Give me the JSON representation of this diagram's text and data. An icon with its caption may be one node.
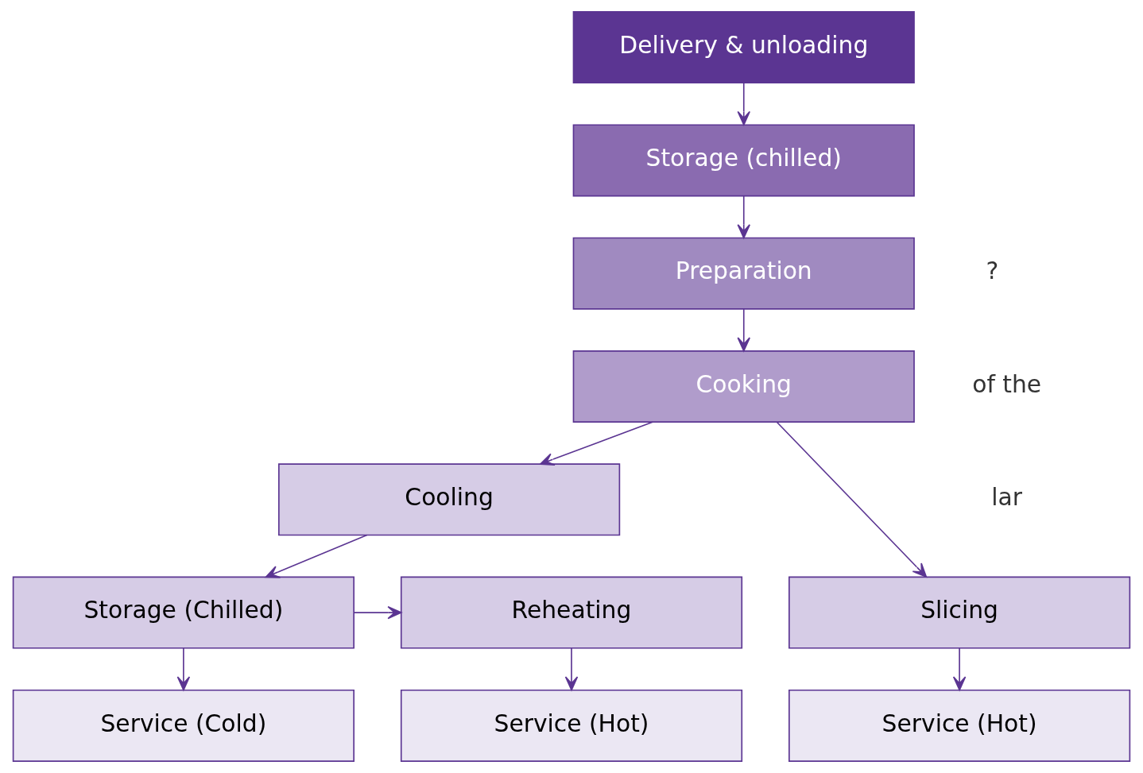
{
  "diagram": {
    "nodes": [
      {
        "text": [
          "Delivery & unloading"
        ]
      },
      {
        "text": [
          "Storage (chilled)"
        ]
      },
      {
        "text": [
          "Preparation"
        ]
      },
      {
        "text": [
          "Cooking"
        ]
      },
      {
        "text": [
          "Cooling"
        ]
      },
      {
        "text": [
          "Slicing"
        ]
      },
      {
        "text": [
          "Storage (Chilled)"
        ]
      },
      {
        "text": [
          "Reheating"
        ]
      },
      {
        "text": [
          "Service (Hot)"
        ]
      },
      {
        "text": [
          "Service (Cold)"
        ]
      },
      {
        "text": [
          "Service (Hot)"
        ]
      }
    ],
    "edges": [
      {
        "from": 0,
        "to": 1,
        "arrow": "to"
      },
      {
        "from": 1,
        "to": 2,
        "arrow": "to"
      },
      {
        "from": 2,
        "to": 3,
        "arrow": "to"
      },
      {
        "from": 3,
        "to": 4,
        "arrow": "to"
      },
      {
        "from": 3,
        "to": 5,
        "arrow": "to"
      },
      {
        "from": 5,
        "to": 8,
        "arrow": "to"
      },
      {
        "from": 4,
        "to": 6,
        "arrow": "to"
      },
      {
        "from": 6,
        "to": 7,
        "arrow": "to"
      },
      {
        "from": 6,
        "to": 9,
        "arrow": "to"
      },
      {
        "from": 7,
        "to": 10,
        "arrow": "to"
      }
    ],
    "labels": [
      "?",
      "of the",
      "lar"
    ]
  }
}
